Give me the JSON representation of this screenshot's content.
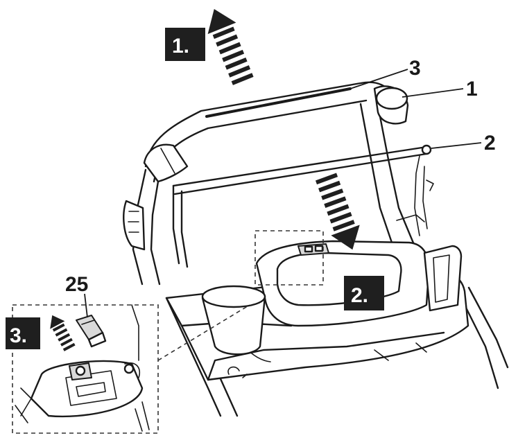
{
  "steps": {
    "step1": "1.",
    "step2": "2.",
    "step3": "3."
  },
  "callouts": {
    "c1": "1",
    "c2": "2",
    "c3": "3",
    "c25": "25"
  },
  "colors": {
    "ink": "#1a1a1a",
    "step_box": "#1f1f1f",
    "background": "#ffffff"
  }
}
